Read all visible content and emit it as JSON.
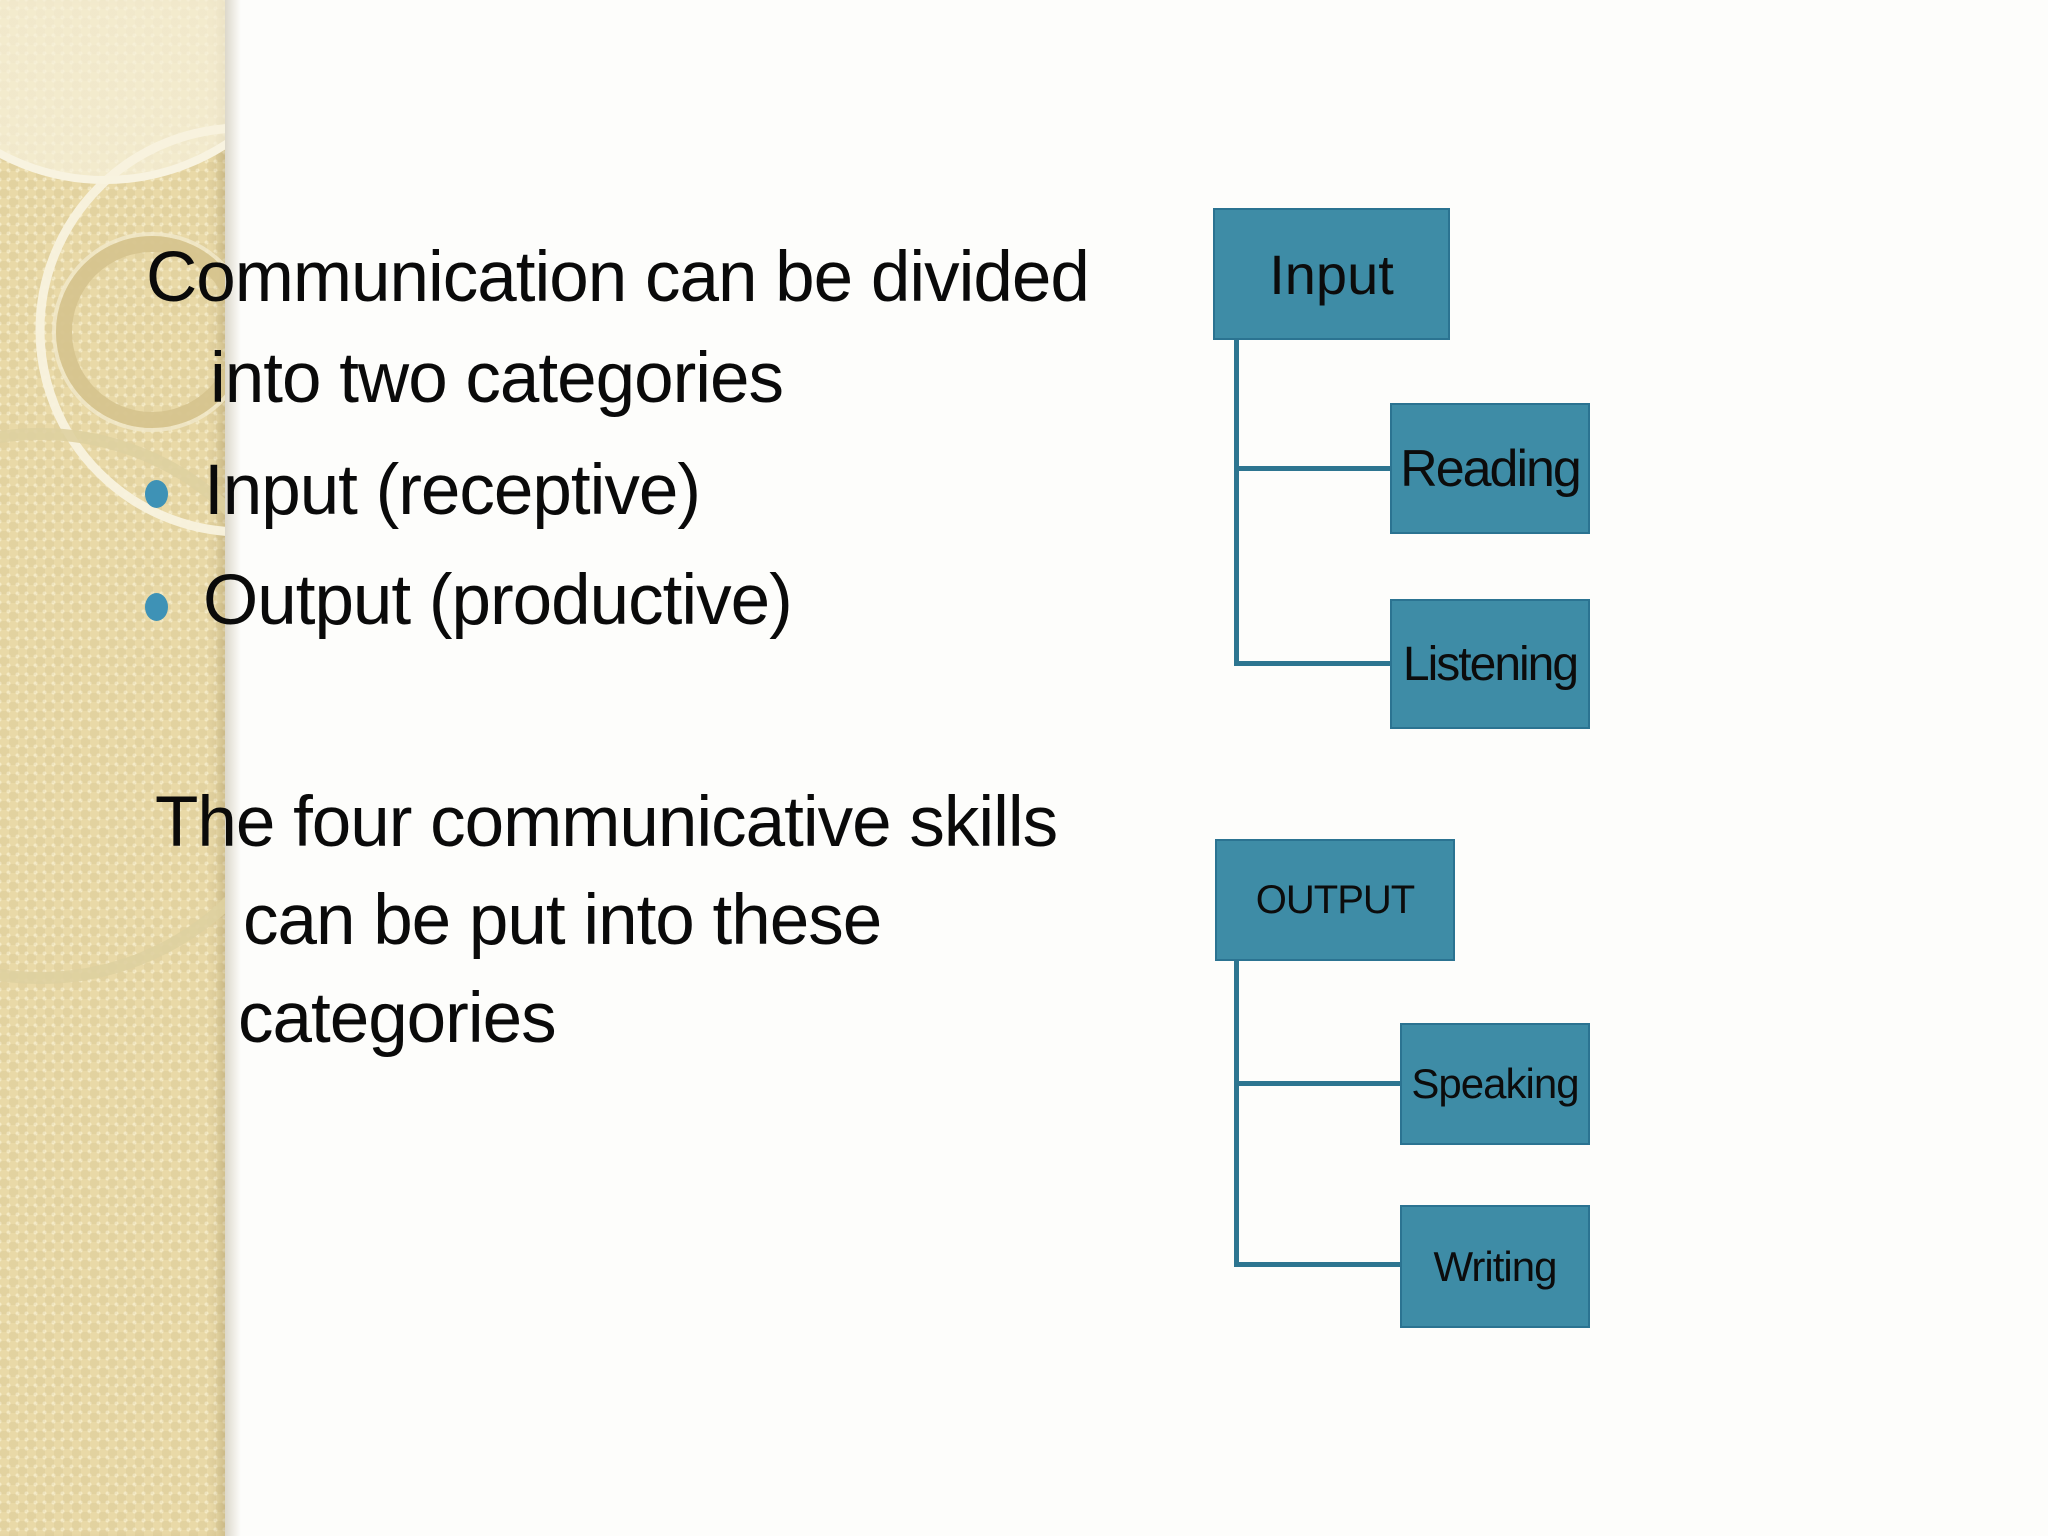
{
  "slide": {
    "background_color": "#fdfdfb",
    "sidebar_color": "#e9d9a7",
    "text_color": "#0a0a0a",
    "box_fill_color": "#3e8ca6",
    "box_border_color": "#2b7391",
    "connector_color": "#2d7590",
    "bullet_color": "#3e92b6"
  },
  "content": {
    "para1_line1": "Communication can be divided",
    "para1_line2": "into two categories",
    "bullets": [
      {
        "label": "Input (receptive)"
      },
      {
        "label": "Output (productive)"
      }
    ],
    "para2_line1": "The four communicative skills",
    "para2_line2": "can be put into these",
    "para2_line3": "categories"
  },
  "diagram_input": {
    "root": "Input",
    "children": [
      "Reading",
      "Listening"
    ]
  },
  "diagram_output": {
    "root": "OUTPUT",
    "children": [
      "Speaking",
      "Writing"
    ]
  }
}
